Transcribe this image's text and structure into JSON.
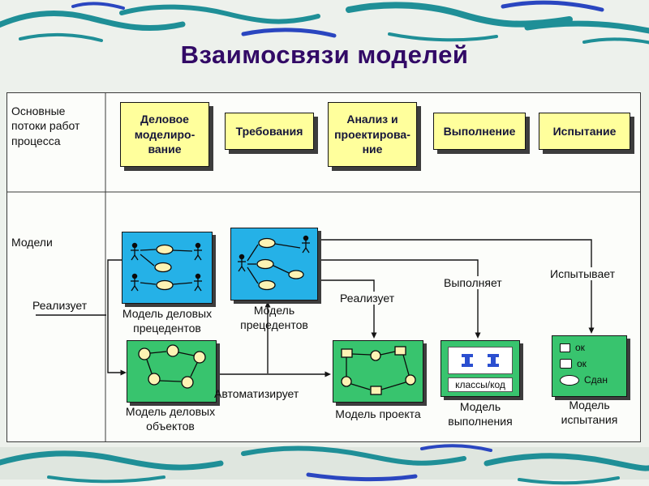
{
  "slide": {
    "title": "Взаимосвязи моделей"
  },
  "colors": {
    "title": "#320a66",
    "phase_fill": "#ffff9c",
    "usecase_fill": "#25b1e7",
    "model_fill": "#38c46e",
    "box_shadow": "#3d3d3d",
    "line": "#141414",
    "deco_teal": "#1f8f97",
    "deco_blue": "#2a46c0"
  },
  "diagram": {
    "left_labels": {
      "workflows": "Основные\nпотоки работ\nпроцесса",
      "models": "Модели"
    },
    "phases": [
      {
        "label": "Деловое\nмоделиро-\nвание"
      },
      {
        "label": "Требования"
      },
      {
        "label": "Анализ и\nпроектирова-\nние"
      },
      {
        "label": "Выполнение"
      },
      {
        "label": "Испытание"
      }
    ],
    "models": {
      "business_usecase": {
        "label": "Модель деловых\nпрецедентов"
      },
      "usecase": {
        "label": "Модель\nпрецедентов"
      },
      "business_object": {
        "label": "Модель деловых\nобъектов"
      },
      "design": {
        "label": "Модель проекта"
      },
      "implementation": {
        "label": "Модель\nвыполнения",
        "caption": "классы/код"
      },
      "test": {
        "label": "Модель\nиспытания",
        "items": [
          "ок",
          "ок",
          "Сдан"
        ]
      }
    },
    "relations": {
      "realizes_left": "Реализует",
      "realizes_mid": "Реализует",
      "automates": "Автоматизирует",
      "executes": "Выполняет",
      "tests": "Испытывает"
    }
  }
}
